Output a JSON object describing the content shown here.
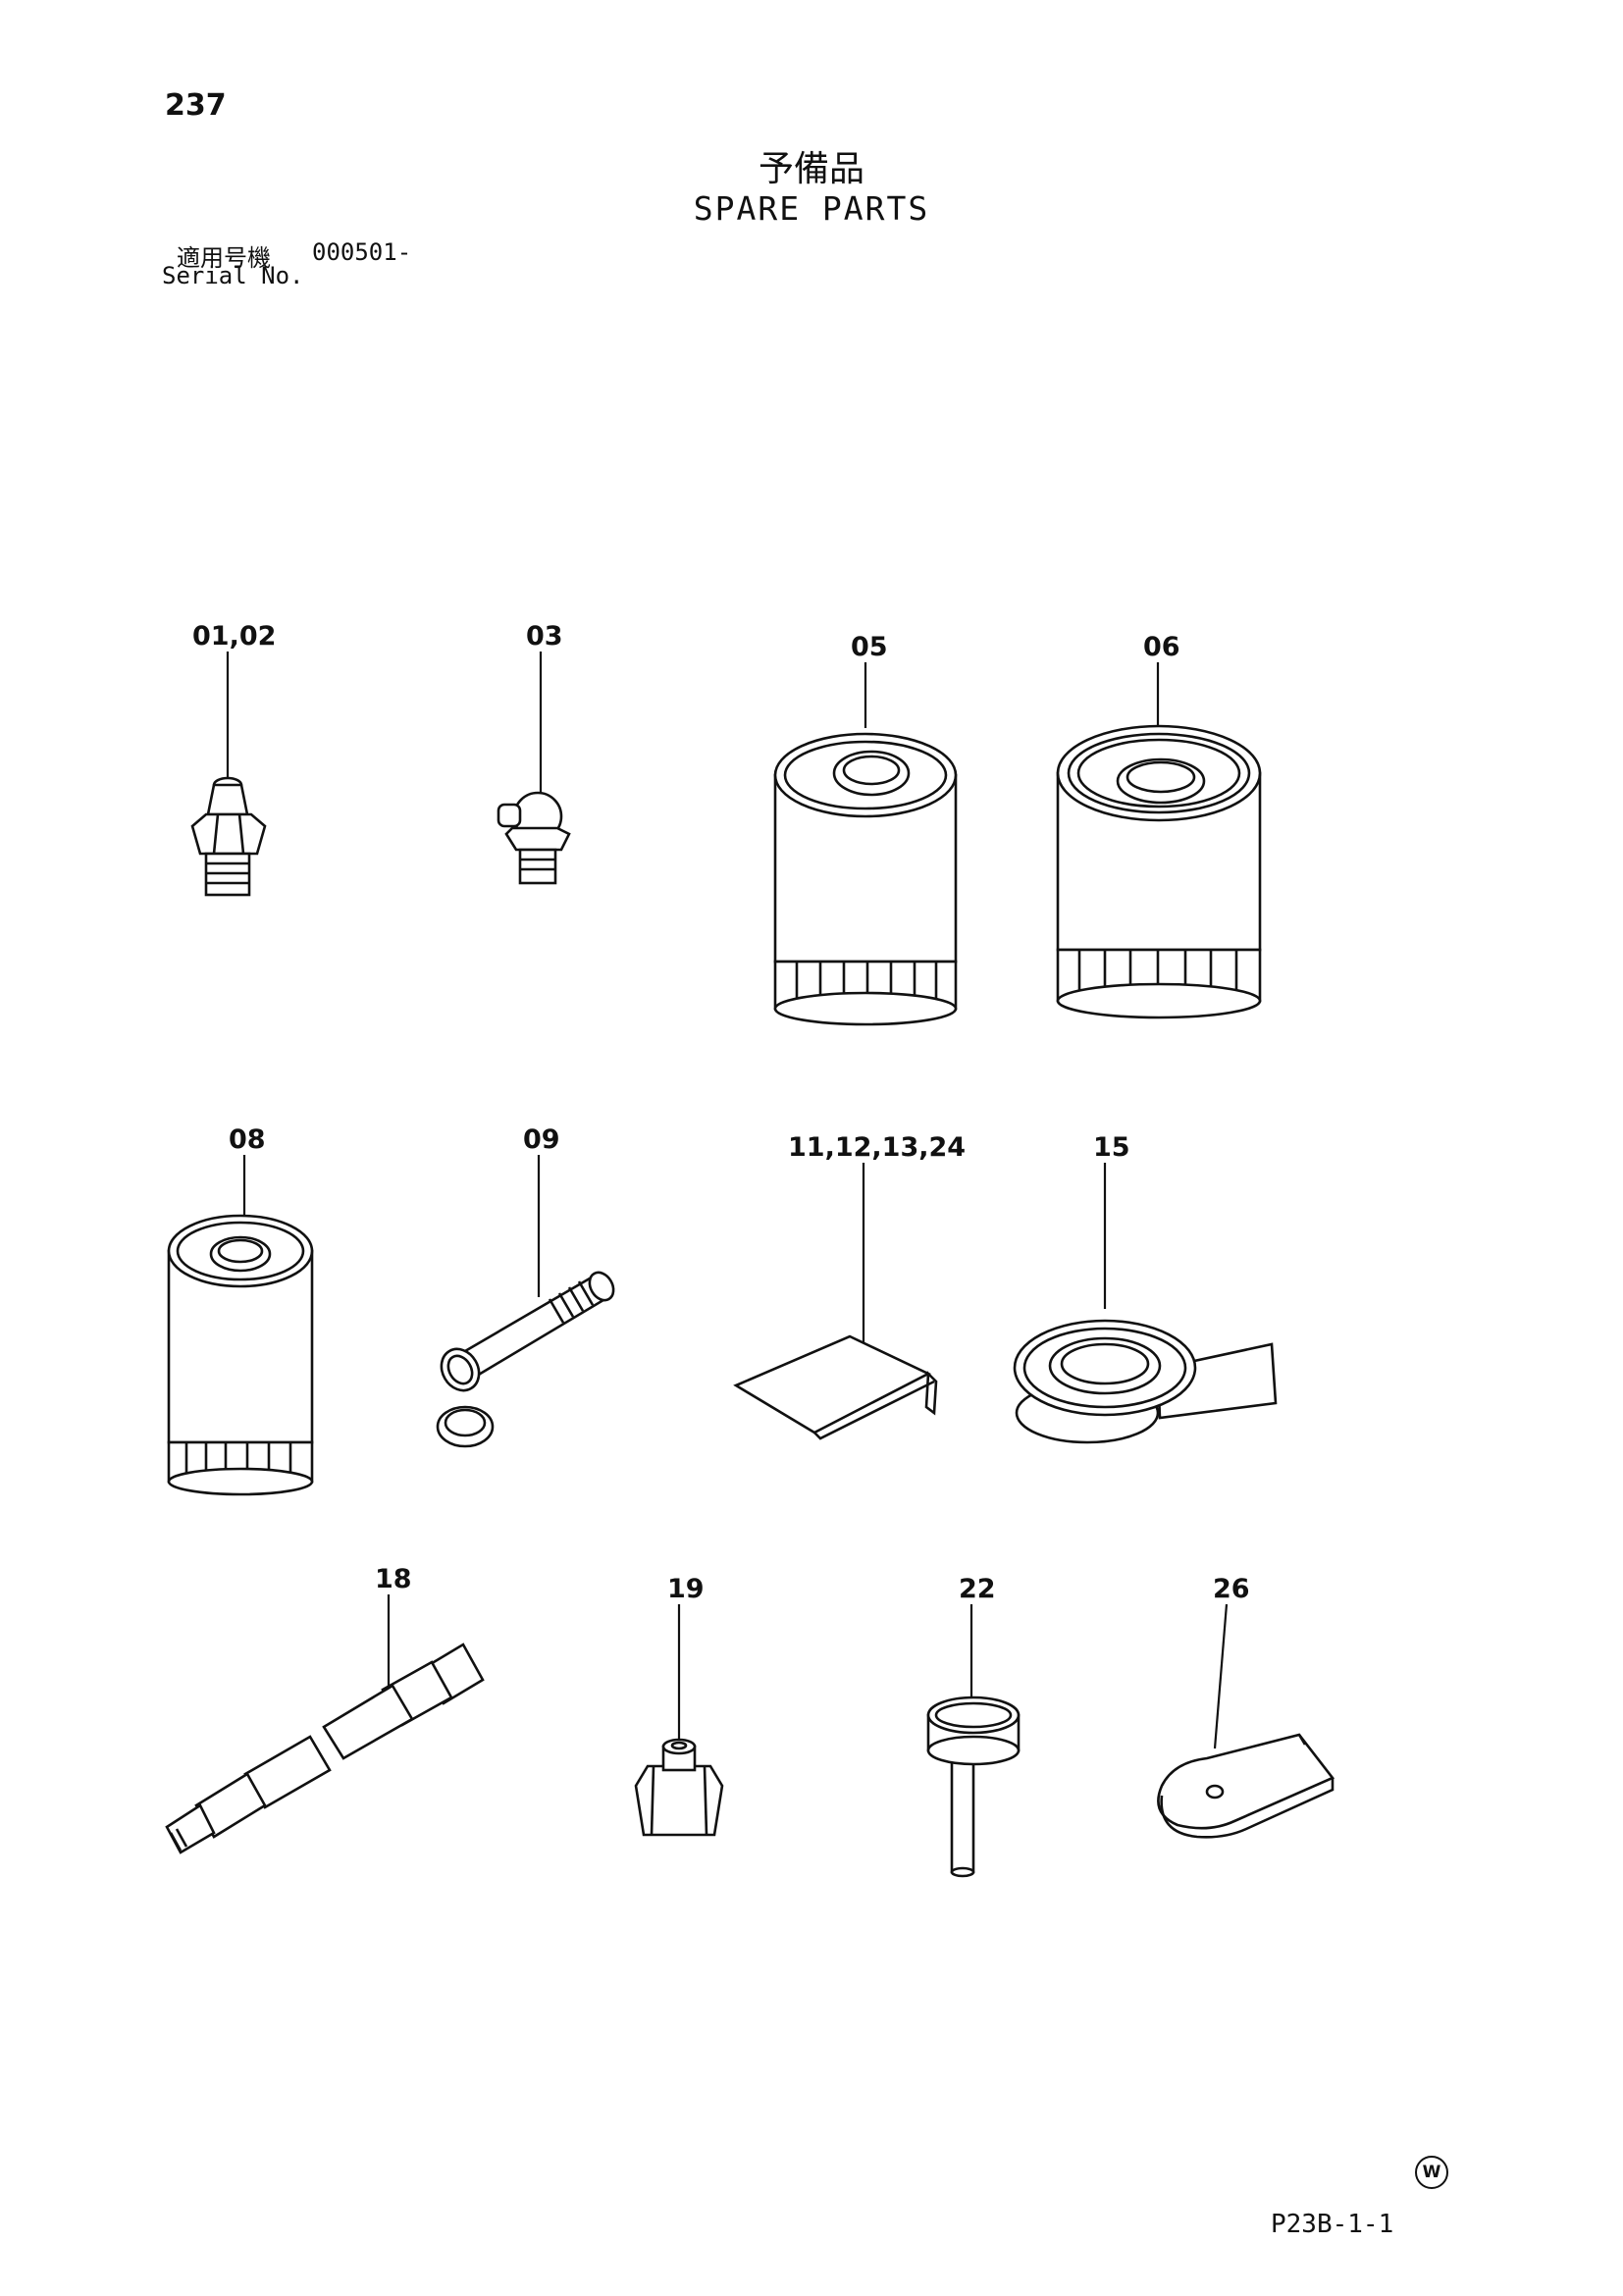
{
  "header": {
    "page_number": "237",
    "title_jp": "予備品",
    "title_en": "SPARE PARTS",
    "serial_label_jp": "適用号機",
    "serial_label_en": "Serial No.",
    "serial_value": "000501-"
  },
  "parts": [
    {
      "callout": "01,02",
      "icon": "grease-nipple-straight-icon"
    },
    {
      "callout": "03",
      "icon": "grease-nipple-angled-icon"
    },
    {
      "callout": "05",
      "icon": "spin-on-filter-icon"
    },
    {
      "callout": "06",
      "icon": "spin-on-filter-large-icon"
    },
    {
      "callout": "08",
      "icon": "cartridge-filter-icon"
    },
    {
      "callout": "09",
      "icon": "strainer-with-cap-icon"
    },
    {
      "callout": "11,12,13,24",
      "icon": "flat-plate-icon"
    },
    {
      "callout": "15",
      "icon": "seal-tape-roll-icon"
    },
    {
      "callout": "18",
      "icon": "grease-hose-icon"
    },
    {
      "callout": "19",
      "icon": "nut-fitting-icon"
    },
    {
      "callout": "22",
      "icon": "cap-pin-icon"
    },
    {
      "callout": "26",
      "icon": "tag-icon"
    }
  ],
  "footer": {
    "mark": "W",
    "drawing_code": "P23B-1-1"
  }
}
